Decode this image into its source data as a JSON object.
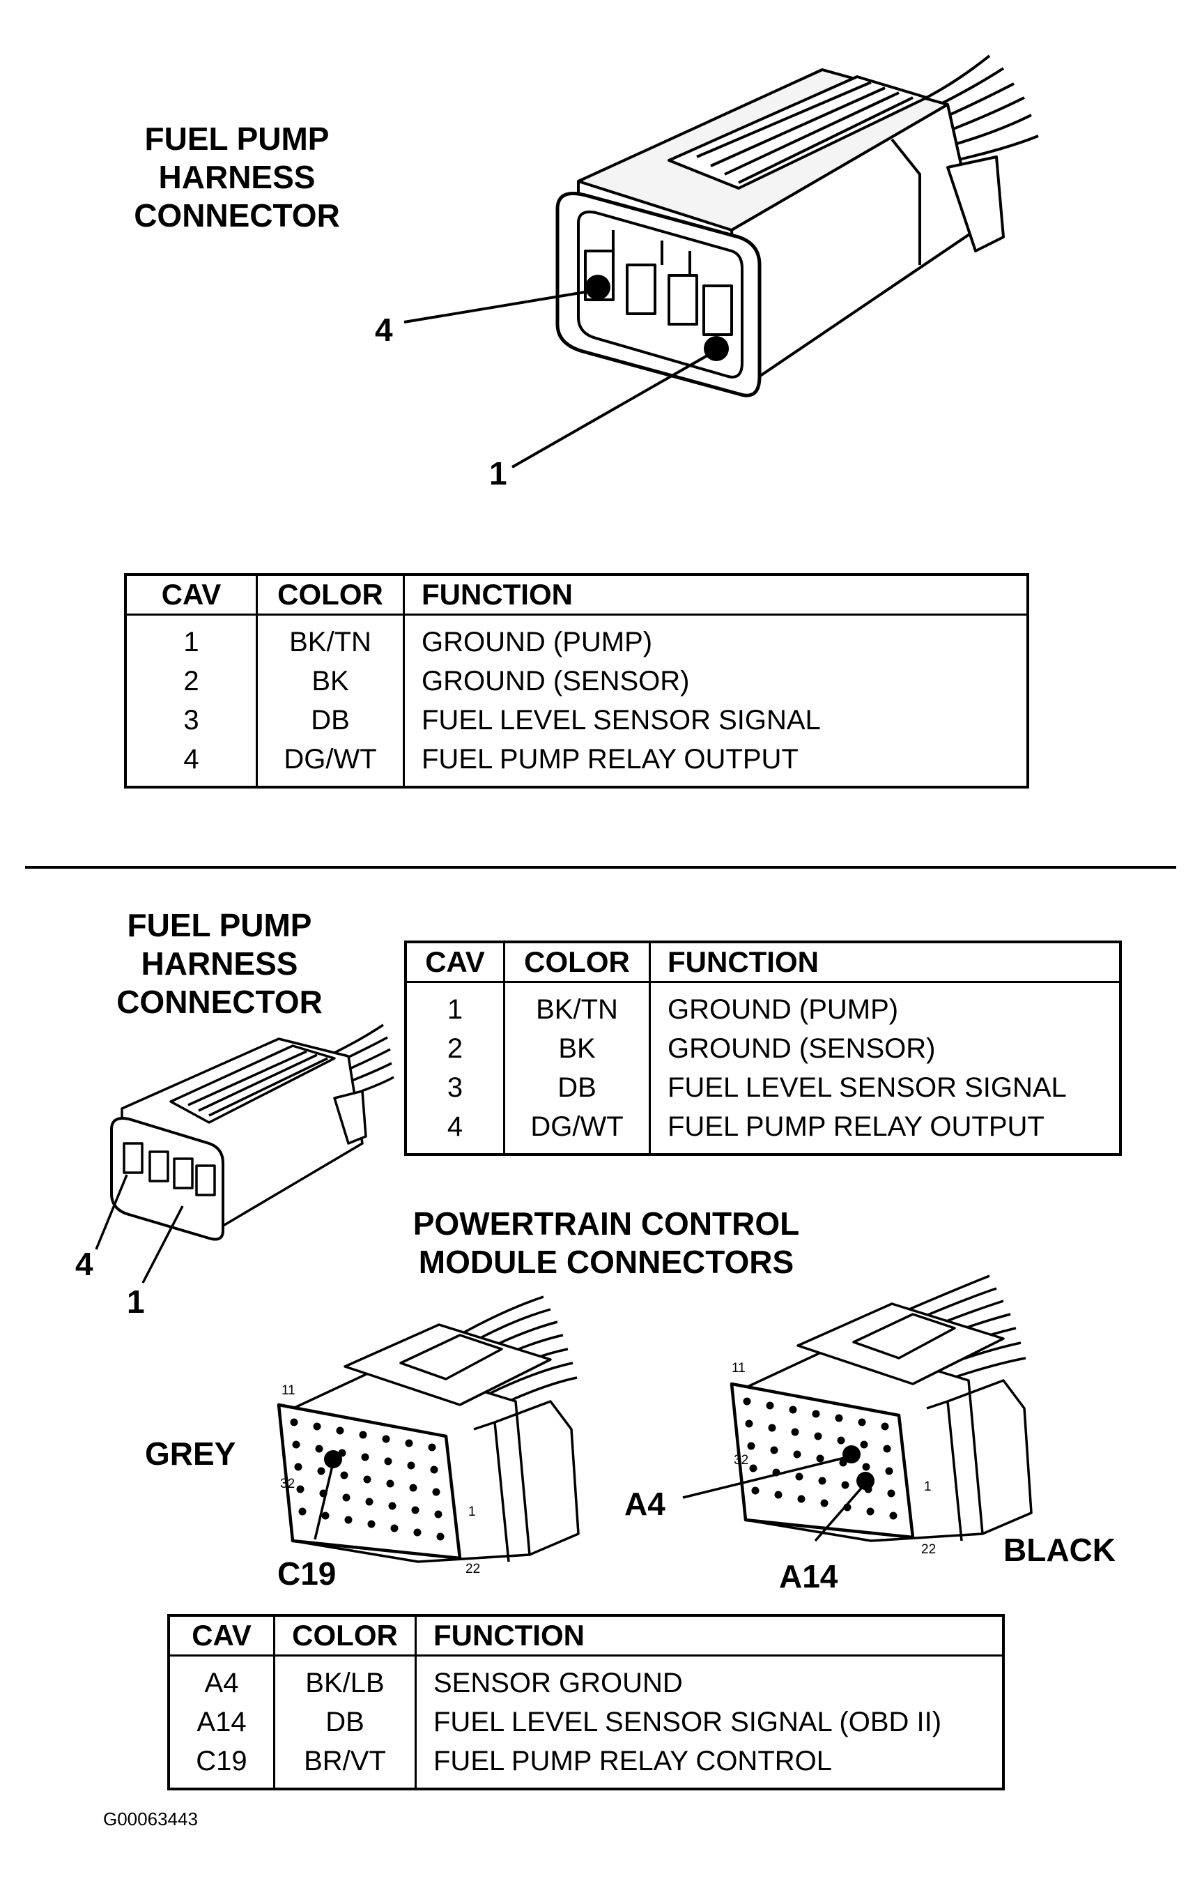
{
  "top": {
    "title_lines": [
      "FUEL PUMP",
      "HARNESS",
      "CONNECTOR"
    ],
    "callouts": [
      "4",
      "1"
    ],
    "table": {
      "headers": [
        "CAV",
        "COLOR",
        "FUNCTION"
      ],
      "rows": [
        [
          "1",
          "BK/TN",
          "GROUND (PUMP)"
        ],
        [
          "2",
          "BK",
          "GROUND (SENSOR)"
        ],
        [
          "3",
          "DB",
          "FUEL LEVEL SENSOR SIGNAL"
        ],
        [
          "4",
          "DG/WT",
          "FUEL PUMP RELAY OUTPUT"
        ]
      ]
    }
  },
  "bottom": {
    "harness": {
      "title_lines": [
        "FUEL PUMP",
        "HARNESS",
        "CONNECTOR"
      ],
      "callouts": [
        "4",
        "1"
      ],
      "table": {
        "headers": [
          "CAV",
          "COLOR",
          "FUNCTION"
        ],
        "rows": [
          [
            "1",
            "BK/TN",
            "GROUND (PUMP)"
          ],
          [
            "2",
            "BK",
            "GROUND (SENSOR)"
          ],
          [
            "3",
            "DB",
            "FUEL LEVEL SENSOR SIGNAL"
          ],
          [
            "4",
            "DG/WT",
            "FUEL PUMP RELAY OUTPUT"
          ]
        ]
      }
    },
    "pcm": {
      "title_lines": [
        "POWERTRAIN CONTROL",
        "MODULE CONNECTORS"
      ],
      "grey_label": "GREY",
      "black_label": "BLACK",
      "grey_pins": [
        "11",
        "32",
        "1",
        "22"
      ],
      "black_pins": [
        "11",
        "32",
        "1",
        "22"
      ],
      "callouts": [
        "C19",
        "A4",
        "A14"
      ],
      "table": {
        "headers": [
          "CAV",
          "COLOR",
          "FUNCTION"
        ],
        "rows": [
          [
            "A4",
            "BK/LB",
            "SENSOR GROUND"
          ],
          [
            "A14",
            "DB",
            "FUEL LEVEL SENSOR SIGNAL (OBD II)"
          ],
          [
            "C19",
            "BR/VT",
            "FUEL PUMP RELAY CONTROL"
          ]
        ]
      }
    }
  },
  "figure_id": "G00063443"
}
